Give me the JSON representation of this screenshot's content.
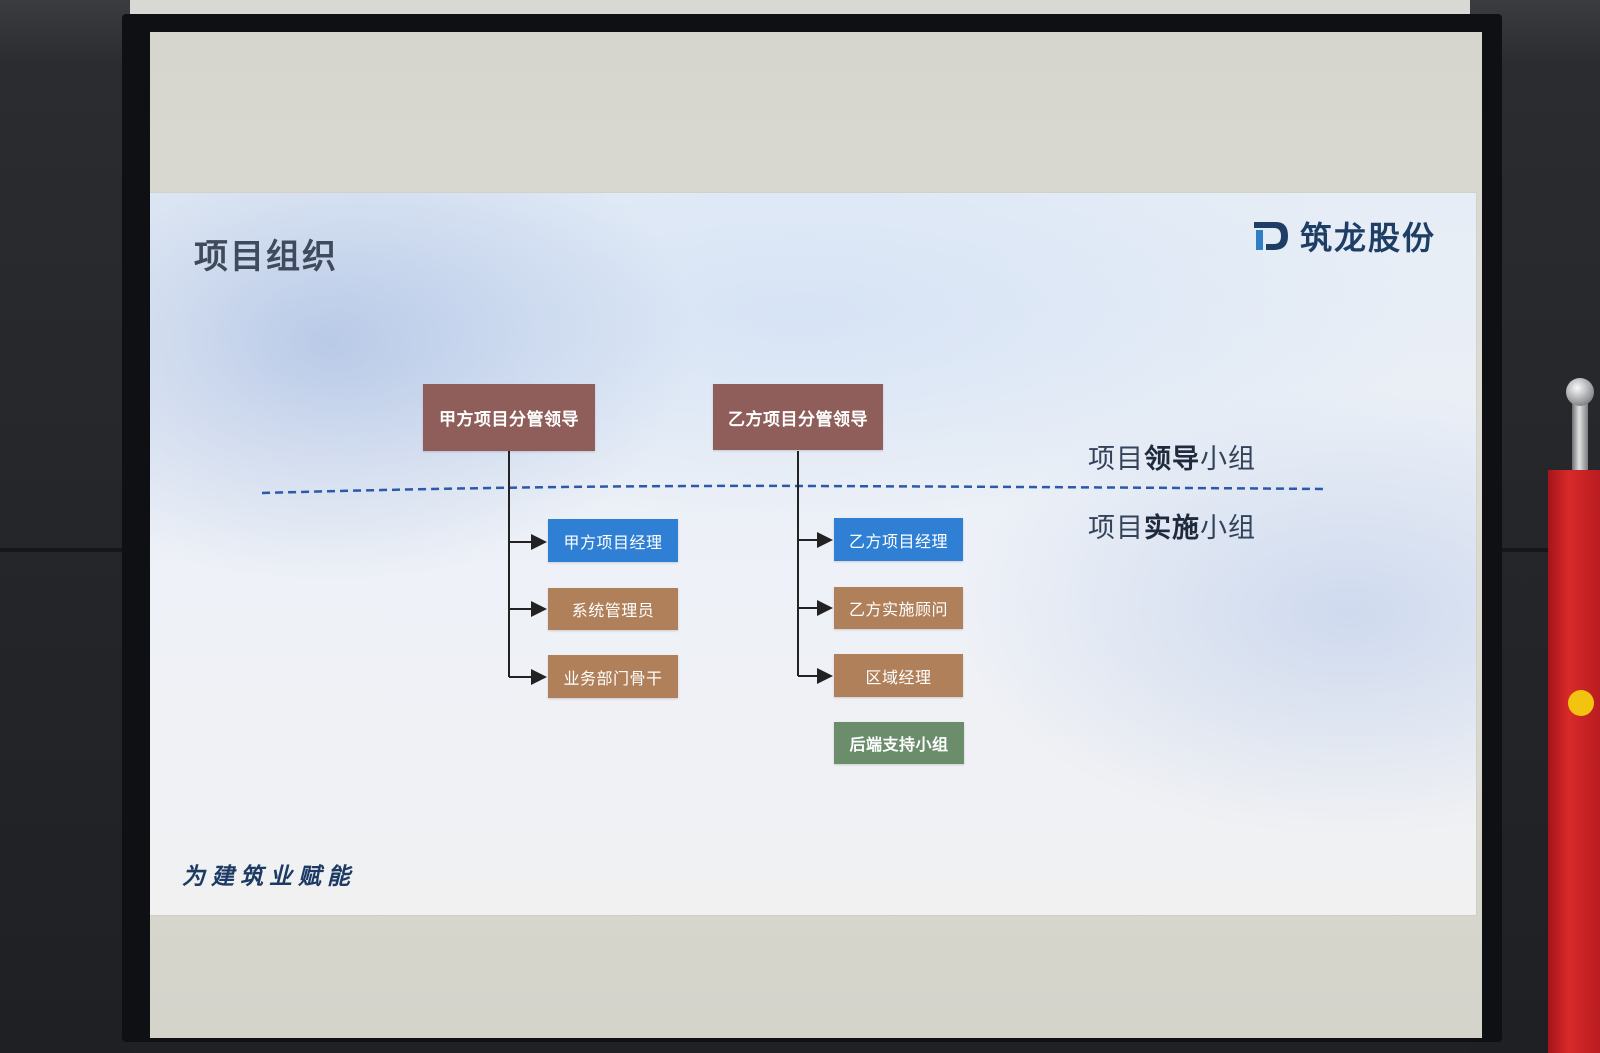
{
  "slide": {
    "title": "项目组织",
    "brand_name": "筑龙股份",
    "slogan": "为建筑业赋能"
  },
  "org_chart": {
    "leaders": [
      {
        "label": "甲方项目分管领导"
      },
      {
        "label": "乙方项目分管领导"
      }
    ],
    "party_a_members": [
      {
        "label": "甲方项目经理"
      },
      {
        "label": "系统管理员"
      },
      {
        "label": "业务部门骨干"
      }
    ],
    "party_b_members": [
      {
        "label": "乙方项目经理"
      },
      {
        "label": "乙方实施顾问"
      },
      {
        "label": "区域经理"
      },
      {
        "label": "后端支持小组"
      }
    ],
    "groups": {
      "leadership": {
        "prefix": "项目",
        "bold": "领导",
        "suffix": "小组"
      },
      "implementation": {
        "prefix": "项目",
        "bold": "实施",
        "suffix": "小组"
      }
    }
  },
  "colors": {
    "leader_box": "#8f5e5a",
    "manager_box": "#2f80d4",
    "member_box": "#b0805a",
    "support_box": "#6b8d6c",
    "divider": "#2a5aa8"
  }
}
